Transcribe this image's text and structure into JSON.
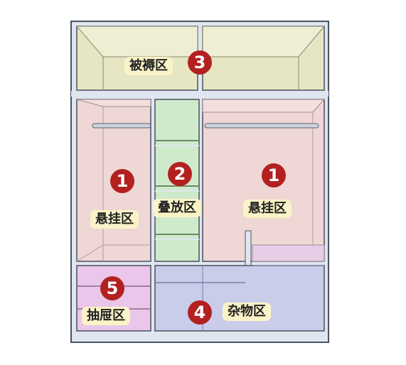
{
  "colors": {
    "frame_fill": "#dfe6ef",
    "frame_stroke": "#4a5160",
    "bedding_zone": "#e6e6c4",
    "hanging_zone": "#efd7d5",
    "folding_zone": "#cfeacb",
    "misc_zone": "#c9cdea",
    "drawer_zone": "#e9c6ea",
    "label_bg": "#fbf3c8",
    "badge": "#b32020"
  },
  "zones": {
    "bedding": {
      "number": "3",
      "label": "被褥区"
    },
    "hanging_left": {
      "number": "1",
      "label": "悬挂区"
    },
    "folding": {
      "number": "2",
      "label": "叠放区"
    },
    "hanging_right": {
      "number": "1",
      "label": "悬挂区"
    },
    "misc": {
      "number": "4",
      "label": "杂物区"
    },
    "drawer": {
      "number": "5",
      "label": "抽屉区"
    }
  }
}
